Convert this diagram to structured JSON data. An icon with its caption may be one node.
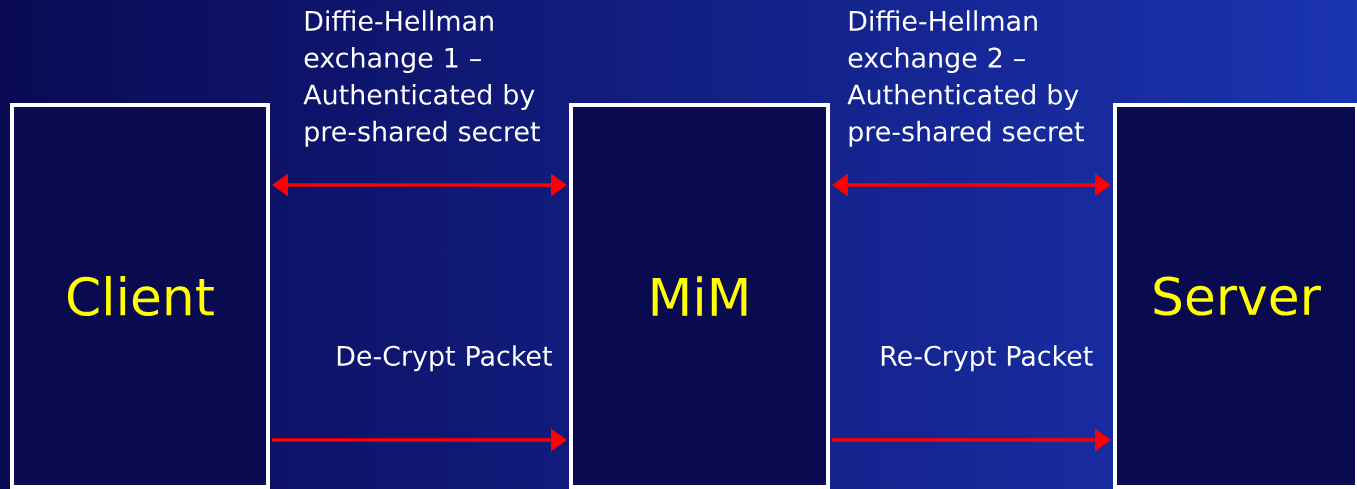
{
  "diagram": {
    "nodes": [
      {
        "text": [
          "Client"
        ]
      },
      {
        "text": [
          "MiM"
        ]
      },
      {
        "text": [
          "Server"
        ]
      }
    ],
    "edges": [
      {
        "from": 0,
        "to": 1,
        "arrow": "both",
        "label": "Diffie-Hellman exchange 1 – Authenticated by pre-shared secret"
      },
      {
        "from": 1,
        "to": 2,
        "arrow": "both",
        "label": "Diffie-Hellman exchange 2 – Authenticated by pre-shared secret"
      },
      {
        "from": 0,
        "to": 1,
        "arrow": "to",
        "label": "De-Crypt Packet"
      },
      {
        "from": 1,
        "to": 2,
        "arrow": "to",
        "label": "Re-Crypt Packet"
      }
    ]
  }
}
